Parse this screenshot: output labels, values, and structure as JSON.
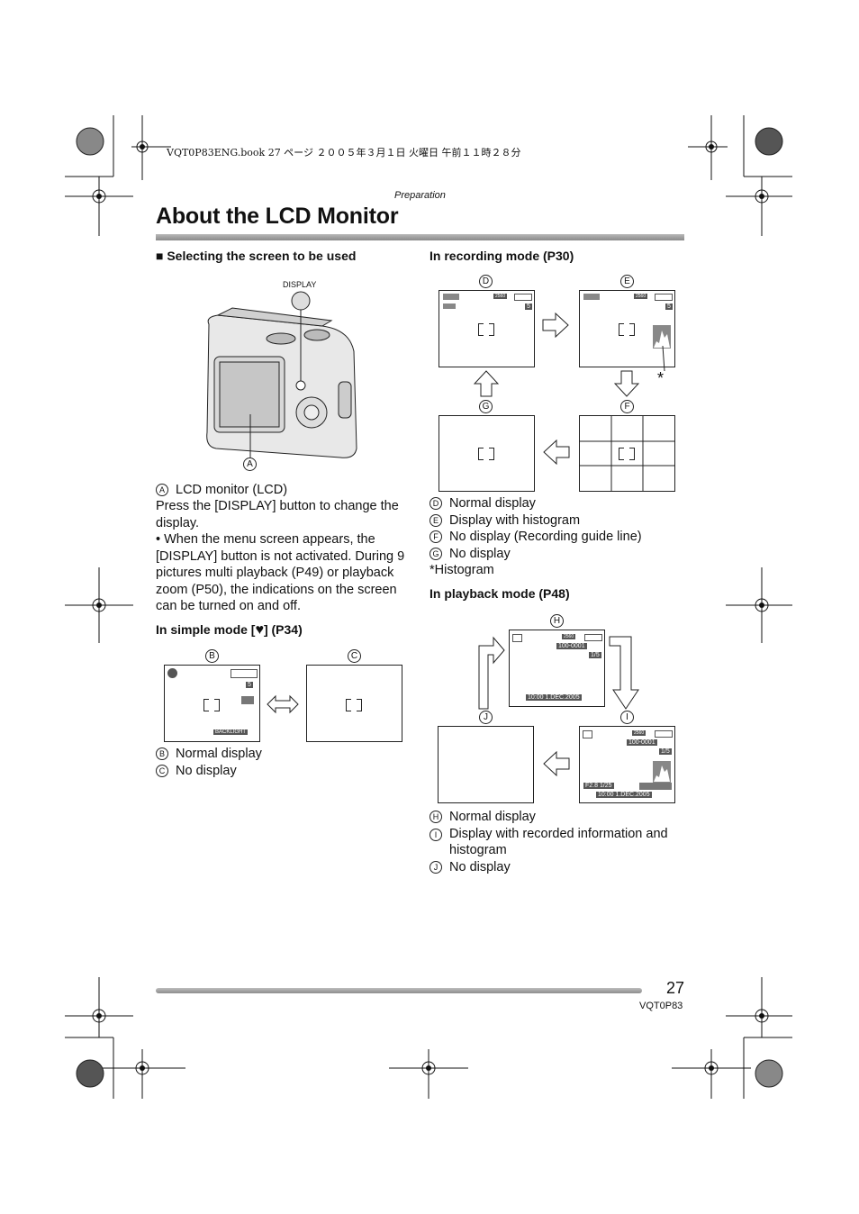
{
  "print_header": "VQT0P83ENG.book  27 ページ  ２００５年３月１日  火曜日  午前１１時２８分",
  "section": "Preparation",
  "title": "About the LCD Monitor",
  "left": {
    "heading": "■ Selecting the screen to be used",
    "display_label": "DISPLAY",
    "figure_letter_A": "A",
    "item_a": {
      "letter": "A",
      "text": "LCD monitor (LCD)"
    },
    "para": "Press the [DISPLAY] button to change the display.",
    "bullet": "• When the menu screen appears, the [DISPLAY] button is not activated. During 9 pictures multi playback (P49) or playback zoom (P50), the indications on the screen can be turned on and off.",
    "simple_heading_pre": "In simple mode [",
    "simple_heading_post": "] (P34)",
    "label_B": "B",
    "label_C": "C",
    "screen_b_count": "5",
    "screen_b_backlight": "BACKLIGHT",
    "items": [
      {
        "letter": "B",
        "text": "Normal display"
      },
      {
        "letter": "C",
        "text": "No display"
      }
    ]
  },
  "right": {
    "rec_heading": "In recording mode (P30)",
    "label_D": "D",
    "label_E": "E",
    "label_F": "F",
    "label_G": "G",
    "rec_res": "2560",
    "rec_count": "5",
    "asterisk": "*",
    "rec_items": [
      {
        "letter": "D",
        "text": "Normal display"
      },
      {
        "letter": "E",
        "text": "Display with histogram"
      },
      {
        "letter": "F",
        "text": "No display (Recording guide line)"
      },
      {
        "letter": "G",
        "text": "No display"
      }
    ],
    "histogram_note": "*Histogram",
    "play_heading": "In playback mode (P48)",
    "label_H": "H",
    "label_I": "I",
    "label_J": "J",
    "play_res": "2560",
    "play_file": "100-0001",
    "play_frame": "1/5",
    "play_datetime": "10:00   1.DEC.2005",
    "play_exposure": "F2.8  1/25",
    "play_items": [
      {
        "letter": "H",
        "text": "Normal display"
      },
      {
        "letter": "I",
        "text": "Display with recorded information and histogram"
      },
      {
        "letter": "J",
        "text": "No display"
      }
    ]
  },
  "page_number": "27",
  "model_code": "VQT0P83"
}
